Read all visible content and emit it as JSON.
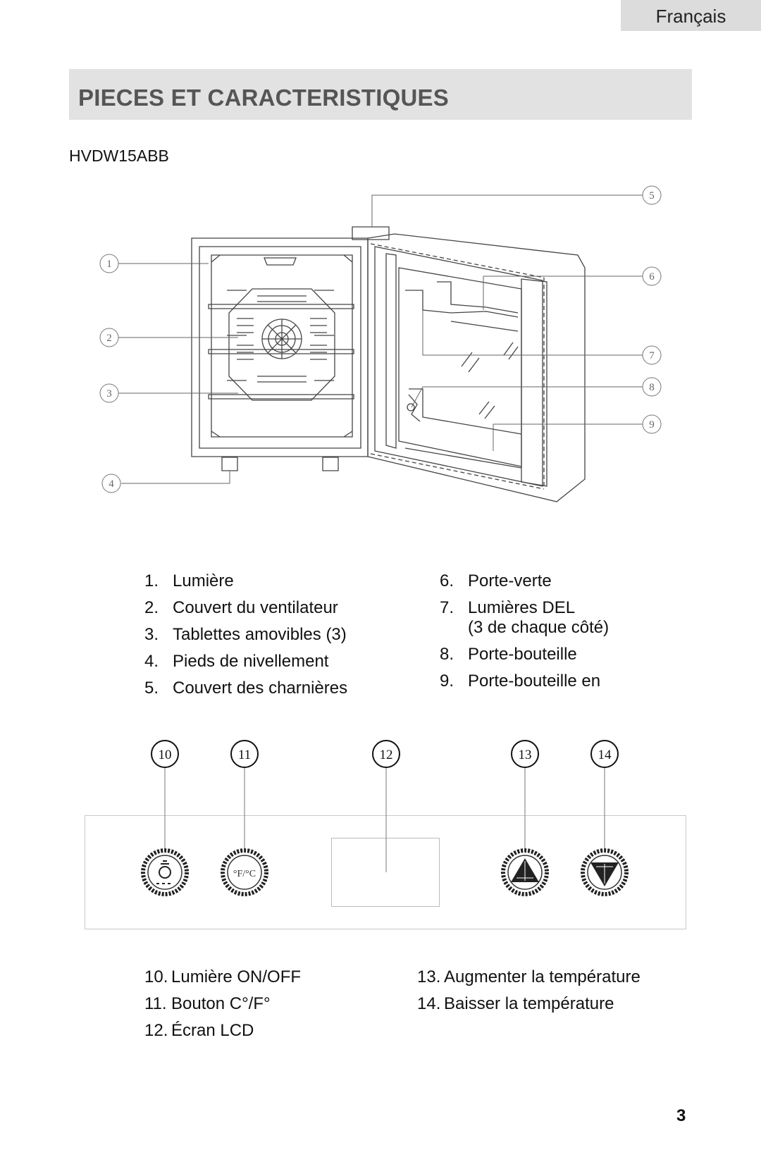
{
  "header": {
    "language": "Français"
  },
  "section": {
    "title": "PIECES ET CARACTERISTIQUES",
    "model": "HVDW15ABB"
  },
  "diagram": {
    "callouts": [
      "1",
      "2",
      "3",
      "4",
      "5",
      "6",
      "7",
      "8",
      "9"
    ],
    "panel_callouts": [
      "10",
      "11",
      "12",
      "13",
      "14"
    ]
  },
  "parts_left": [
    {
      "num": "1.",
      "label": "Lumière"
    },
    {
      "num": "2.",
      "label": "Couvert du ventilateur"
    },
    {
      "num": "3.",
      "label": "Tablettes amovibles (3)"
    },
    {
      "num": "4.",
      "label": "Pieds de nivellement"
    },
    {
      "num": "5.",
      "label": "Couvert des charnières"
    }
  ],
  "parts_right": [
    {
      "num": "6.",
      "label": "Porte-verte"
    },
    {
      "num": "7.",
      "label": "Lumières DEL",
      "label2": "(3 de chaque côté)"
    },
    {
      "num": "8.",
      "label": "Porte-bouteille"
    },
    {
      "num": "9.",
      "label": "Porte-bouteille en"
    }
  ],
  "controls_left": [
    {
      "num": "10.",
      "label": "Lumière ON/OFF"
    },
    {
      "num": "11.",
      "label": "Bouton C°/F°"
    },
    {
      "num": "12.",
      "label": "Écran LCD"
    }
  ],
  "controls_right": [
    {
      "num": "13.",
      "label": "Augmenter la température"
    },
    {
      "num": "14.",
      "label": "Baisser la température"
    }
  ],
  "button_glyphs": {
    "cf": "°F/°C"
  },
  "footer": {
    "page_number": "3"
  }
}
